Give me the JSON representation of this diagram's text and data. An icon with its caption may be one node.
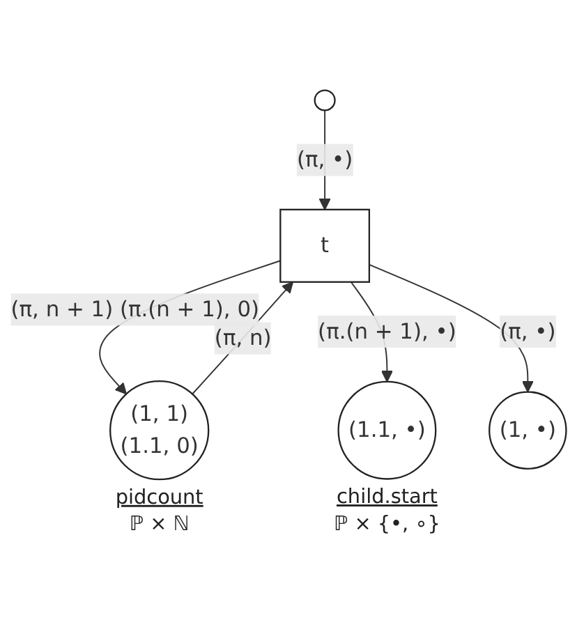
{
  "diagram": {
    "nodes": [
      {
        "text": [],
        "shape": "circle"
      },
      {
        "text": [
          "t"
        ]
      },
      {
        "text": [
          "(1, 1)",
          "(1.1, 0)"
        ],
        "beside": [
          "pidcount",
          "ℙ × ℕ"
        ]
      },
      {
        "text": [
          "(1.1, •)"
        ],
        "beside": [
          "child.start",
          "ℙ × {•, ∘}"
        ]
      },
      {
        "text": [
          "(1, •)"
        ]
      }
    ],
    "edges": [
      {
        "from": 0,
        "to": 1,
        "arrow": "to",
        "label": "(π, •)"
      },
      {
        "from": 2,
        "to": 1,
        "arrow": "to",
        "label": "(π, n)"
      },
      {
        "from": 1,
        "to": 2,
        "arrow": "to",
        "label": "(π, n + 1) (π.(n + 1), 0)"
      },
      {
        "from": 1,
        "to": 3,
        "arrow": "to",
        "label": "(π.(n + 1), •)"
      },
      {
        "from": 1,
        "to": 4,
        "arrow": "to",
        "label": "(π, •)"
      }
    ]
  }
}
